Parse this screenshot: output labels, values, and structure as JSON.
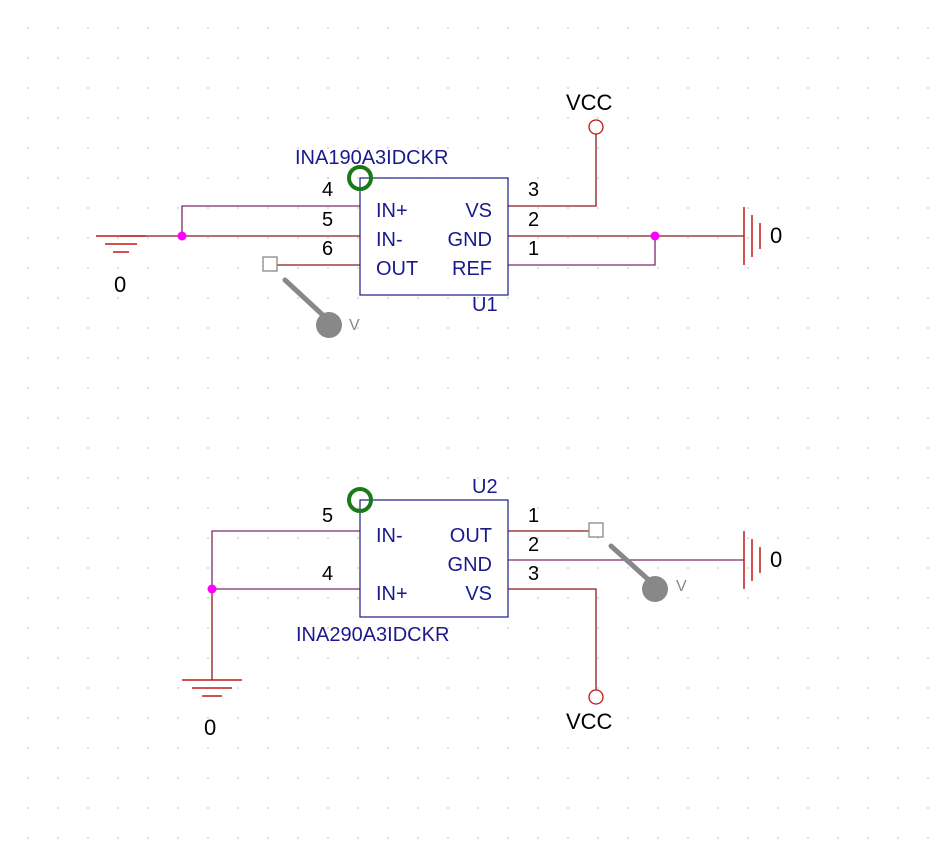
{
  "colors": {
    "wire_red": "#8b1a1a",
    "wire_purple": "#7a2a6a",
    "ic_outline": "#1a1a8c",
    "junction": "#ff00ff",
    "pin1_marker": "#1a7a1a",
    "probe": "#888888",
    "grid_dot": "#c8c8c8"
  },
  "u1": {
    "part_number": "INA190A3IDCKR",
    "refdes": "U1",
    "pins": {
      "in_plus": {
        "num": "4",
        "label": "IN+"
      },
      "in_minus": {
        "num": "5",
        "label": "IN-"
      },
      "out": {
        "num": "6",
        "label": "OUT"
      },
      "vs": {
        "num": "3",
        "label": "VS"
      },
      "gnd": {
        "num": "2",
        "label": "GND"
      },
      "ref": {
        "num": "1",
        "label": "REF"
      }
    },
    "vcc_label": "VCC",
    "gnd_left_label": "0",
    "gnd_right_label": "0",
    "probe_label": "V"
  },
  "u2": {
    "part_number": "INA290A3IDCKR",
    "refdes": "U2",
    "pins": {
      "in_minus": {
        "num": "5",
        "label": "IN-"
      },
      "in_plus": {
        "num": "4",
        "label": "IN+"
      },
      "out": {
        "num": "1",
        "label": "OUT"
      },
      "gnd": {
        "num": "2",
        "label": "GND"
      },
      "vs": {
        "num": "3",
        "label": "VS"
      }
    },
    "vcc_label": "VCC",
    "gnd_left_label": "0",
    "gnd_right_label": "0",
    "probe_label": "V"
  }
}
